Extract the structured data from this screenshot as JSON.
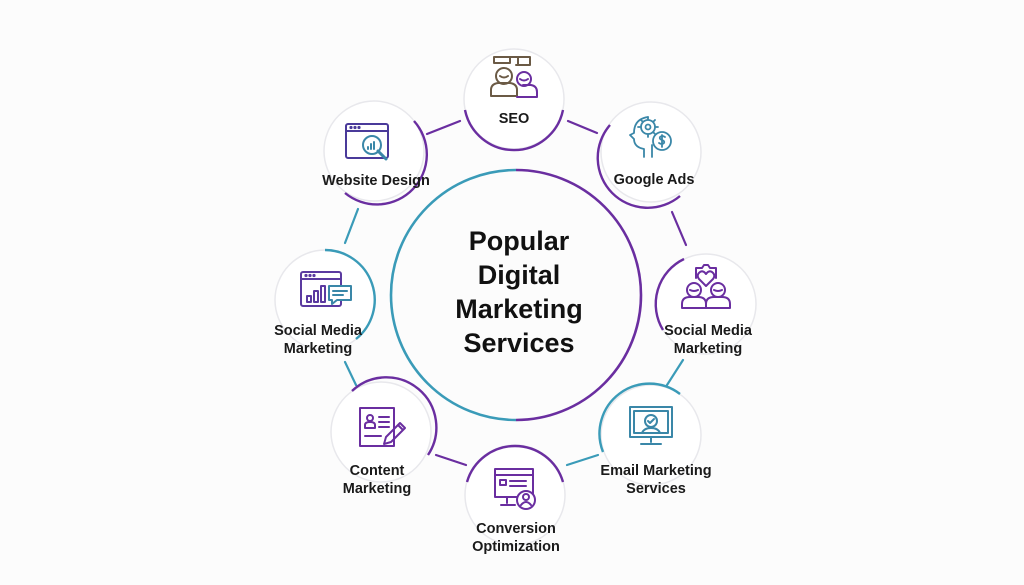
{
  "diagram": {
    "title_lines": [
      "Popular",
      "Digital",
      "Marketing",
      "Services"
    ],
    "colors": {
      "purple": "#6a2ea0",
      "teal": "#3a9bb8",
      "brown": "#6b5a45",
      "text": "#1a1a1a",
      "background": "#fcfcfc"
    },
    "nodes": [
      {
        "id": "seo",
        "label_lines": [
          "SEO"
        ],
        "icon": "people-board-icon"
      },
      {
        "id": "google-ads",
        "label_lines": [
          "Google Ads"
        ],
        "icon": "head-gear-dollar-icon"
      },
      {
        "id": "social-media-right",
        "label_lines": [
          "Social Media",
          "Marketing"
        ],
        "icon": "people-heart-icon"
      },
      {
        "id": "email-marketing",
        "label_lines": [
          "Email Marketing",
          "Services"
        ],
        "icon": "monitor-user-icon"
      },
      {
        "id": "conversion",
        "label_lines": [
          "Conversion",
          "Optimization"
        ],
        "icon": "monitor-profile-icon"
      },
      {
        "id": "content-marketing",
        "label_lines": [
          "Content",
          "Marketing"
        ],
        "icon": "document-pencil-icon"
      },
      {
        "id": "social-media-left",
        "label_lines": [
          "Social Media",
          "Marketing"
        ],
        "icon": "browser-chart-chat-icon"
      },
      {
        "id": "website-design",
        "label_lines": [
          "Website Design"
        ],
        "icon": "browser-magnifier-icon"
      }
    ]
  }
}
